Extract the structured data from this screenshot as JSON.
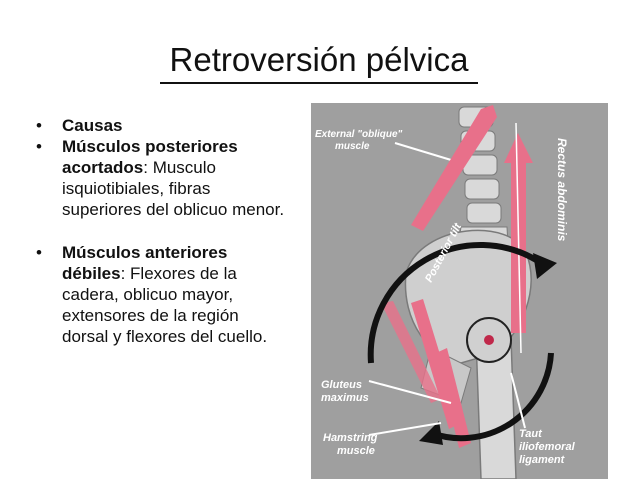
{
  "slide": {
    "title": "Retroversión pélvica"
  },
  "bullets": [
    {
      "bold": "Causas",
      "text": ""
    },
    {
      "bold": "Músculos posteriores acortados",
      "text": ": Musculo isquiotibiales, fibras superiores del oblicuo menor."
    },
    {
      "bold": "Músculos anteriores débiles",
      "text": ": Flexores de la cadera, oblicuo mayor, extensores de la región dorsal y flexores del cuello."
    }
  ],
  "figure": {
    "labels": {
      "external_oblique_1": "External \"oblique\"",
      "external_oblique_2": "muscle",
      "rectus": "Rectus abdominis",
      "posterior_tilt": "Posterior tilt",
      "gluteus_1": "Gluteus",
      "gluteus_2": "maximus",
      "hamstring_1": "Hamstring",
      "hamstring_2": "muscle",
      "taut_1": "Taut",
      "taut_2": "iliofemoral",
      "taut_3": "ligament"
    },
    "colors": {
      "background": "#9f9f9f",
      "bone": "#d9d9d9",
      "arrow": "#e8708a",
      "rotation_arrow": "#111111"
    }
  }
}
